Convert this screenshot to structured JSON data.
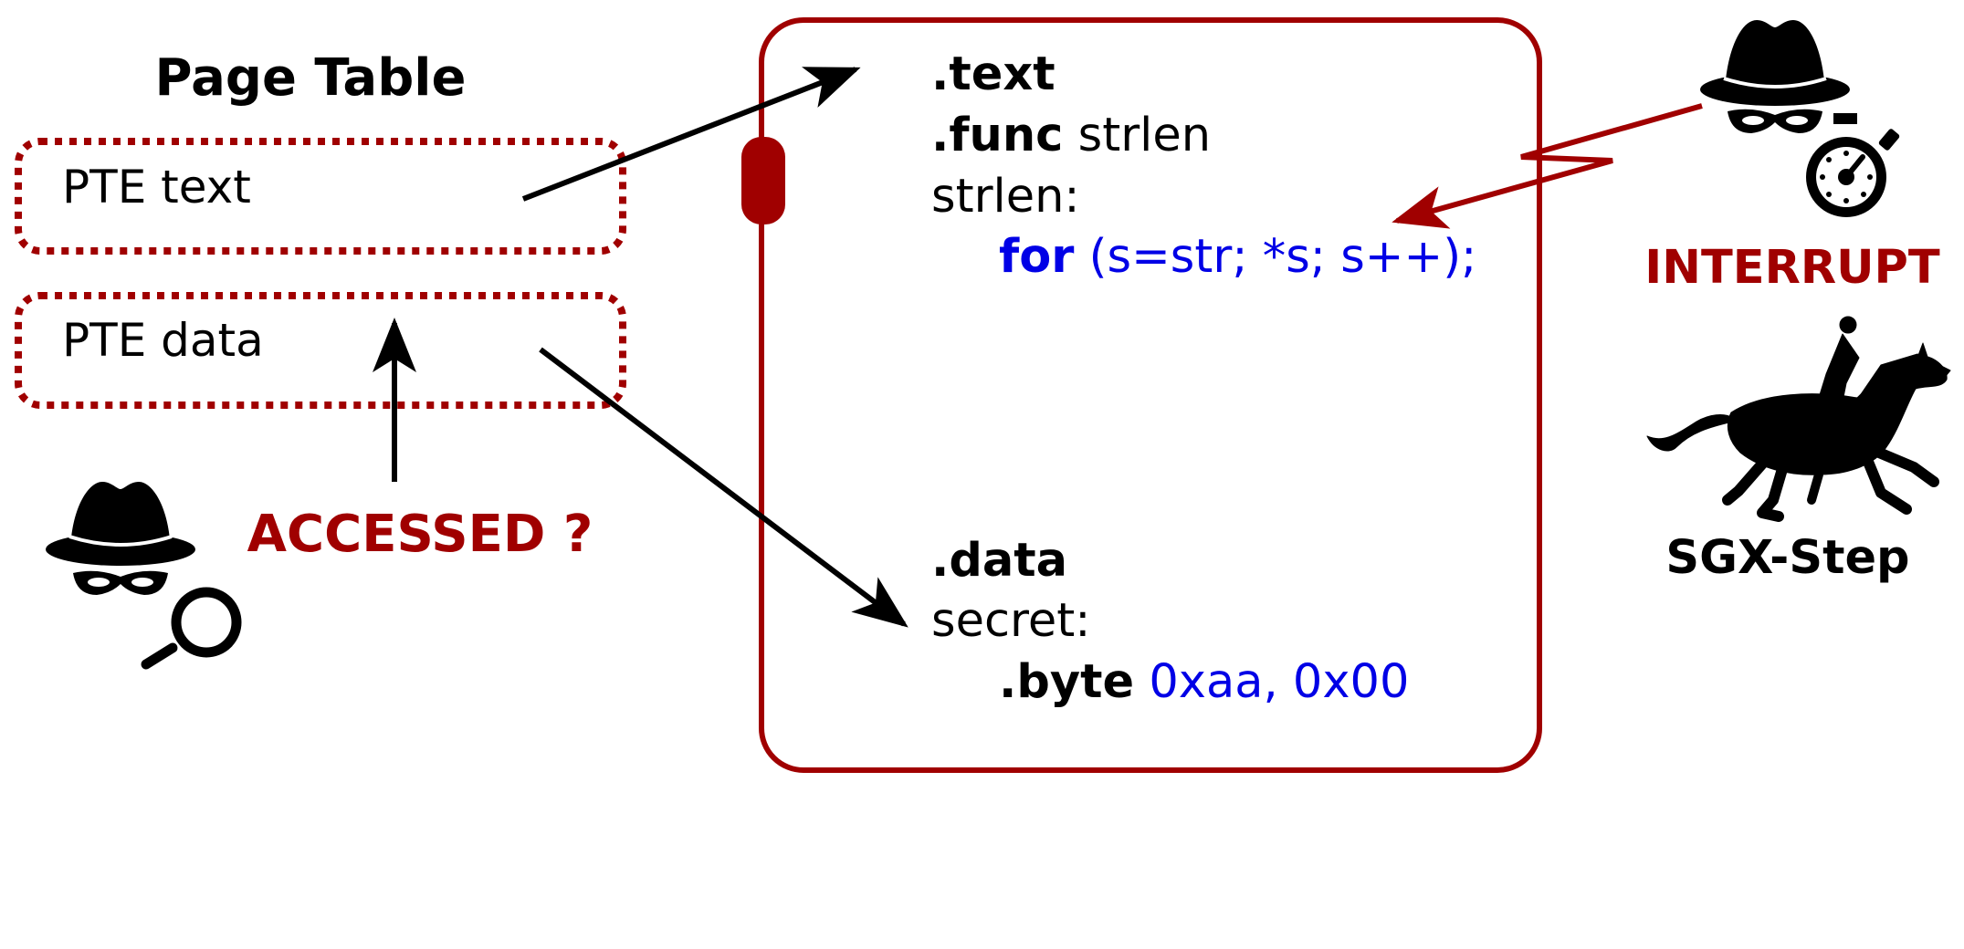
{
  "colors": {
    "accent_red": "#a00000",
    "code_blue": "#0000e6",
    "ink": "#000000",
    "background": "#ffffff"
  },
  "page_table": {
    "title": "Page Table",
    "entries": [
      {
        "label": "PTE text"
      },
      {
        "label": "PTE data"
      }
    ]
  },
  "spy_left": {
    "icon": "spy-magnifier-icon",
    "label": "ACCESSED ?"
  },
  "enclave": {
    "code": {
      "section_text": ".text",
      "func_keyword": ".func",
      "func_name": " strlen",
      "label_strlen": "strlen:",
      "for_keyword": "for",
      "for_rest": " (s=str; *s; s++);",
      "section_data": ".data",
      "label_secret": "secret:",
      "byte_keyword": ".byte",
      "byte_values": " 0xaa, 0x00"
    }
  },
  "spy_right": {
    "icons": [
      "spy-icon",
      "stopwatch-icon"
    ],
    "interrupt_label": "INTERRUPT"
  },
  "sgx_step": {
    "icon": "galloping-horse-icon",
    "label": "SGX-Step"
  }
}
